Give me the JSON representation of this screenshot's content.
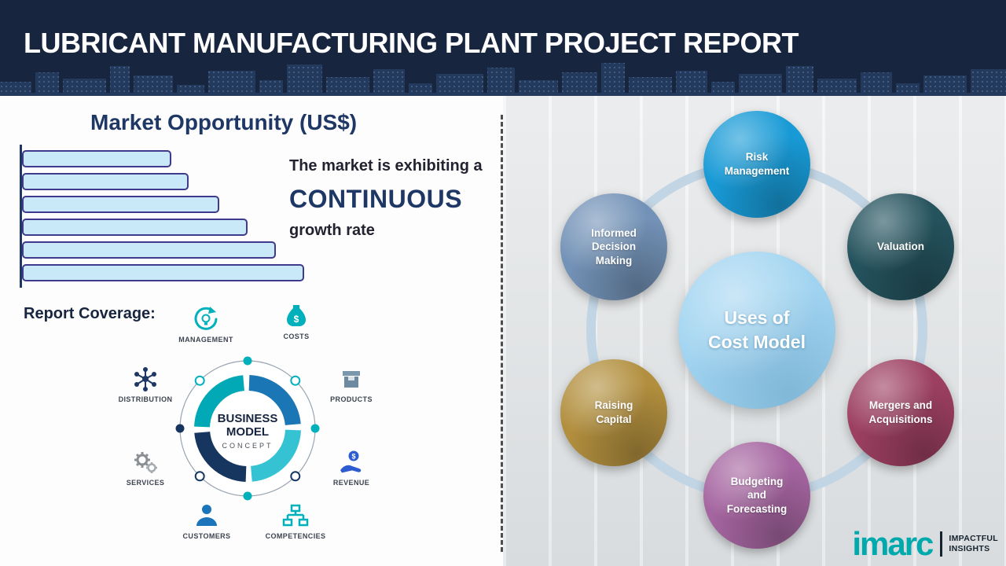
{
  "header": {
    "title": "LUBRICANT MANUFACTURING PLANT PROJECT REPORT"
  },
  "market": {
    "title": "Market Opportunity (US$)",
    "caption_line1": "The market is exhibiting a",
    "caption_emphasis": "CONTINUOUS",
    "caption_line2": "growth rate",
    "chart_data": {
      "type": "bar",
      "orientation": "horizontal",
      "values_pct": [
        53,
        59,
        70,
        80,
        90,
        100
      ],
      "bar_fill": "#c9e9f8",
      "bar_border": "#3f3a8c",
      "axis_color": "#1e3765",
      "title": "Market Opportunity (US$)",
      "xlabel": "",
      "ylabel": ""
    }
  },
  "report_coverage": {
    "label": "Report Coverage:",
    "dollar_symbol": "$",
    "center_line1": "BUSINESS",
    "center_line2": "MODEL",
    "center_line3": "CONCEPT",
    "items": [
      {
        "label": "MANAGEMENT",
        "icon": "recycle-idea-icon"
      },
      {
        "label": "COSTS",
        "icon": "money-bag-icon"
      },
      {
        "label": "DISTRIBUTION",
        "icon": "network-icon"
      },
      {
        "label": "PRODUCTS",
        "icon": "box-icon"
      },
      {
        "label": "SERVICES",
        "icon": "gears-icon"
      },
      {
        "label": "REVENUE",
        "icon": "hand-coin-icon"
      },
      {
        "label": "CUSTOMERS",
        "icon": "person-icon"
      },
      {
        "label": "COMPETENCIES",
        "icon": "org-chart-icon"
      }
    ]
  },
  "cost_model": {
    "center_label": "Uses of\nCost Model",
    "center_color": "#9fd3f0",
    "ring_color": "#c2d5e4",
    "nodes": [
      {
        "label": "Risk\nManagement",
        "color": "#189ad6"
      },
      {
        "label": "Valuation",
        "color": "#24525d"
      },
      {
        "label": "Mergers and\nAcquisitions",
        "color": "#9c3f60"
      },
      {
        "label": "Budgeting\nand\nForecasting",
        "color": "#a565a0"
      },
      {
        "label": "Raising\nCapital",
        "color": "#b28f3e"
      },
      {
        "label": "Informed\nDecision\nMaking",
        "color": "#7392b7"
      }
    ]
  },
  "footer": {
    "logo_text": "imarc",
    "tagline_line1": "IMPACTFUL",
    "tagline_line2": "INSIGHTS"
  }
}
